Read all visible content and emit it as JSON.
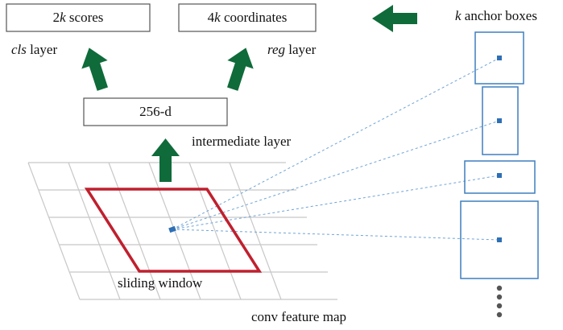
{
  "cls_output": {
    "k": "2",
    "k_var": "k",
    "rest": " scores"
  },
  "reg_output": {
    "k": "4",
    "k_var": "k",
    "rest": " coordinates"
  },
  "cls_label": {
    "name": "cls",
    "rest": " layer"
  },
  "reg_label": {
    "name": "reg",
    "rest": " layer"
  },
  "intermediate_box": "256-d",
  "intermediate_label": "intermediate layer",
  "sliding_window_label": "sliding window",
  "feature_map_label": "conv feature map",
  "anchor_label": {
    "k_var": "k",
    "rest": " anchor boxes"
  },
  "colors": {
    "arrow": "#0f6b3a",
    "window": "#c0202e",
    "anchor": "#3d7fbf",
    "grid": "#c8c8c8",
    "box_border": "#555555"
  }
}
